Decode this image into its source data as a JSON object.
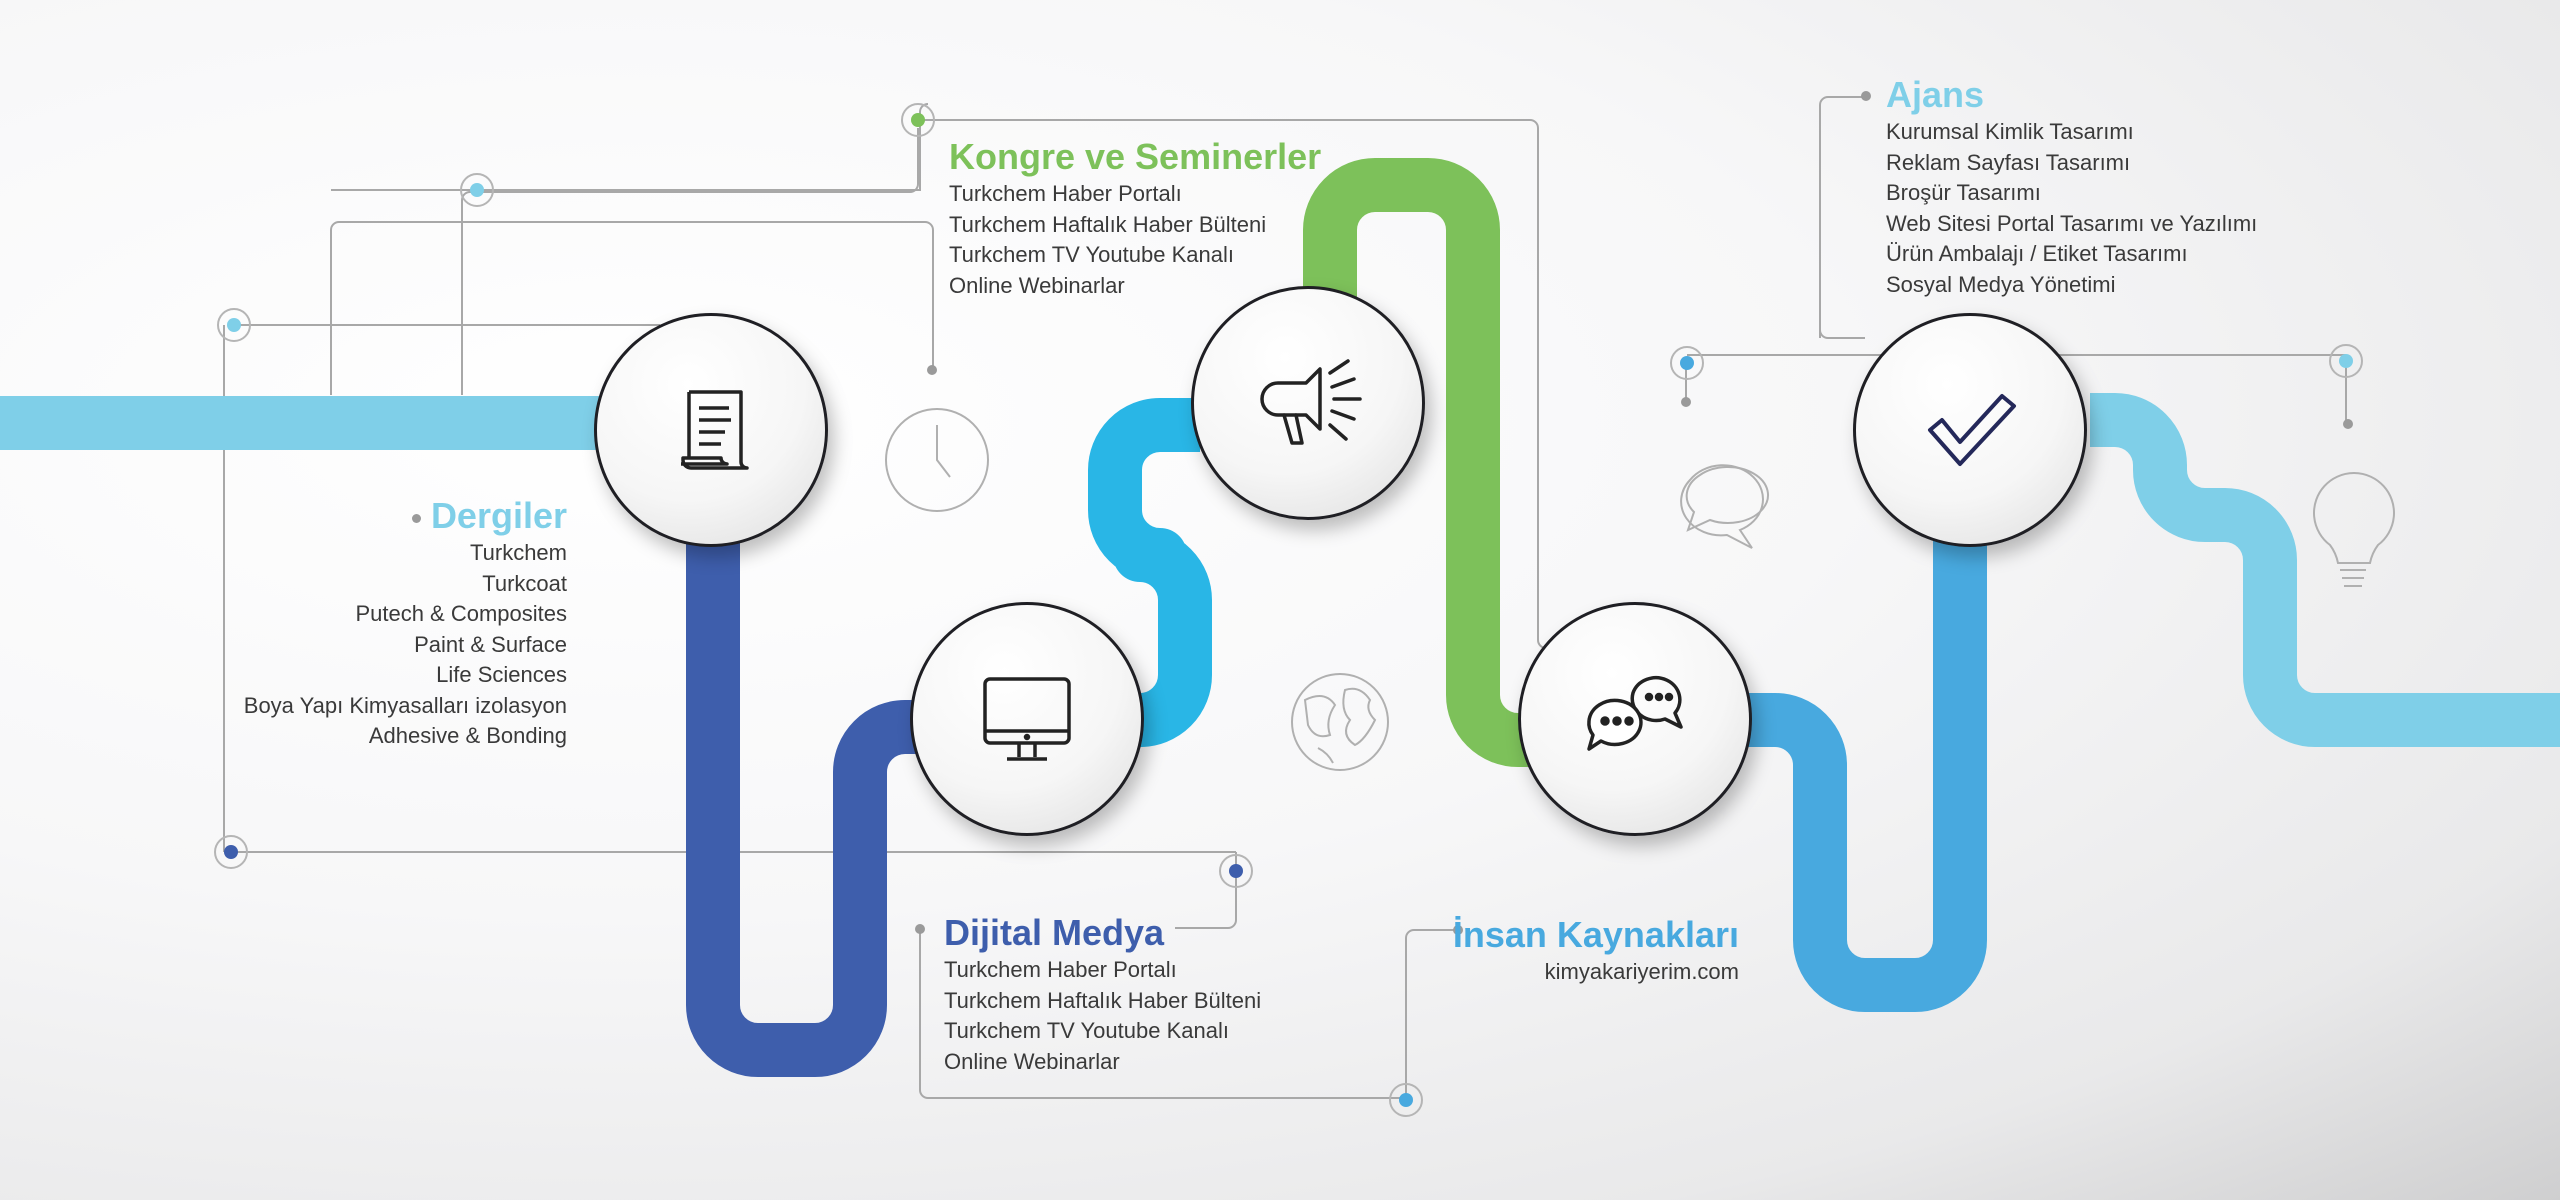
{
  "colors": {
    "light_blue": "#7fcfe8",
    "navy": "#3e5eac",
    "cyan": "#29b6e6",
    "green": "#7dc15a",
    "mid_blue": "#48a9df",
    "connector_grey": "#a3a3a3"
  },
  "sections": {
    "dergiler": {
      "title": "Dergiler",
      "items": [
        "Turkchem",
        "Turkcoat",
        "Putech & Composites",
        "Paint & Surface",
        "Life Sciences",
        "Boya Yapı Kimyasalları izolasyon",
        "Adhesive & Bonding"
      ],
      "icon": "document-icon"
    },
    "kongre": {
      "title": "Kongre ve Seminerler",
      "items": [
        "Turkchem Haber Portalı",
        "Turkchem Haftalık Haber Bülteni",
        "Turkchem TV Youtube Kanalı",
        "Online Webinarlar"
      ],
      "icon": "megaphone-icon"
    },
    "dijital": {
      "title": "Dijital Medya",
      "items": [
        "Turkchem Haber Portalı",
        "Turkchem Haftalık Haber Bülteni",
        "Turkchem TV Youtube Kanalı",
        "Online Webinarlar"
      ],
      "icon": "monitor-icon"
    },
    "insan": {
      "title": "İnsan Kaynakları",
      "items": [
        "kimyakariyerim.com"
      ],
      "icon": "chat-bubbles-icon"
    },
    "ajans": {
      "title": "Ajans",
      "items": [
        "Kurumsal Kimlik Tasarımı",
        "Reklam Sayfası Tasarımı",
        "Broşür Tasarımı",
        "Web Sitesi Portal Tasarımı ve Yazılımı",
        "Ürün Ambalajı / Etiket Tasarımı",
        "Sosyal Medya Yönetimi"
      ],
      "icon": "checkmark-icon"
    }
  },
  "decorations": [
    "clock-icon",
    "globe-icon",
    "speech-bubbles-icon",
    "lightbulb-icon"
  ]
}
